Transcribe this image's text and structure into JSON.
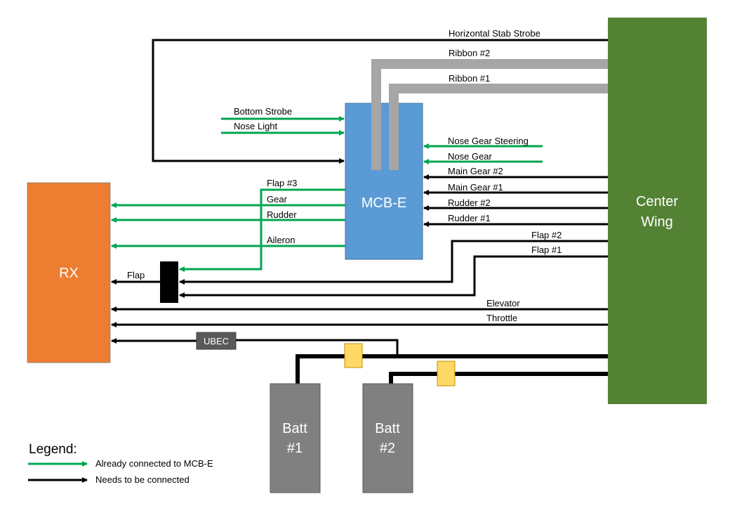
{
  "colors": {
    "green": "#00a651",
    "black": "#000000",
    "orange": "#ed7d31",
    "blue": "#5b9bd5",
    "center_wing": "#548235",
    "gray": "#808080",
    "ribbon": "#a6a6a6",
    "fuse": "#ffd966",
    "ubec": "#595959"
  },
  "blocks": {
    "rx": "RX",
    "mcb": "MCB-E",
    "center_wing_1": "Center",
    "center_wing_2": "Wing",
    "ubec": "UBEC",
    "batt1_1": "Batt",
    "batt1_2": "#1",
    "batt2_1": "Batt",
    "batt2_2": "#2"
  },
  "labels": {
    "horizontal_stab_strobe": "Horizontal Stab Strobe",
    "ribbon2": "Ribbon #2",
    "ribbon1": "Ribbon #1",
    "bottom_strobe": "Bottom Strobe",
    "nose_light": "Nose Light",
    "nose_gear_steering": "Nose Gear Steering",
    "nose_gear": "Nose Gear",
    "main_gear2": "Main Gear #2",
    "main_gear1": "Main Gear #1",
    "rudder2": "Rudder #2",
    "rudder1": "Rudder #1",
    "flap3": "Flap #3",
    "gear": "Gear",
    "rudder": "Rudder",
    "aileron": "Aileron",
    "flap2": "Flap #2",
    "flap1": "Flap #1",
    "flap": "Flap",
    "elevator": "Elevator",
    "throttle": "Throttle"
  },
  "legend": {
    "title": "Legend:",
    "green_item": "Already connected to MCB-E",
    "black_item": "Needs to be connected"
  }
}
